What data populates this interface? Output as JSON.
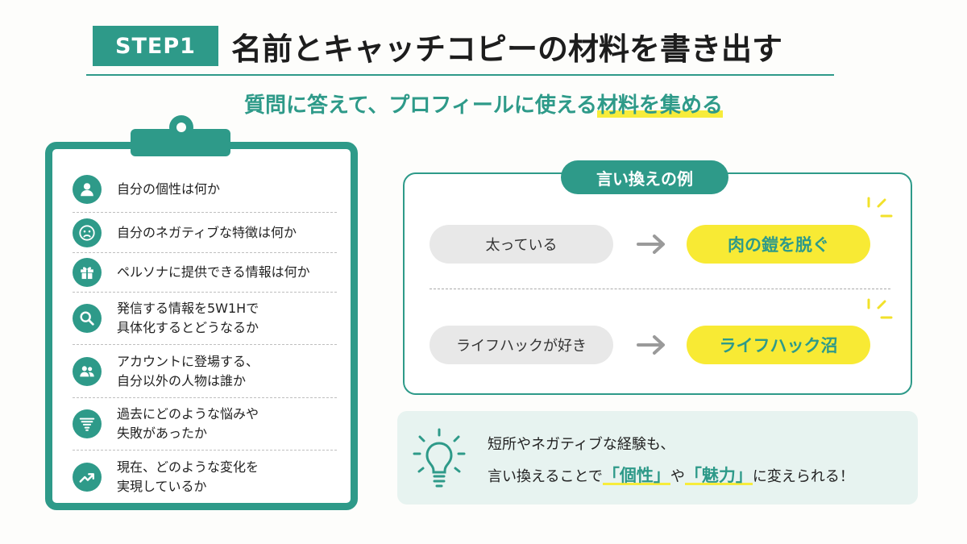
{
  "header": {
    "step": "STEP1",
    "title": "名前とキャッチコピーの材料を書き出す"
  },
  "subtitle": {
    "lead": "質問に答えて、プロフィールに使える",
    "highlight": "材料を集める"
  },
  "questions": [
    {
      "icon": "person-icon",
      "text": "自分の個性は何か"
    },
    {
      "icon": "sad-face-icon",
      "text": "自分のネガティブな特徴は何か"
    },
    {
      "icon": "gift-icon",
      "text": "ペルソナに提供できる情報は何か"
    },
    {
      "icon": "magnifier-icon",
      "text": "発信する情報を5W1Hで\n具体化するとどうなるか"
    },
    {
      "icon": "people-icon",
      "text": "アカウントに登場する、\n自分以外の人物は誰か"
    },
    {
      "icon": "tornado-icon",
      "text": "過去にどのような悩みや\n失敗があったか"
    },
    {
      "icon": "trend-up-icon",
      "text": "現在、どのような変化を\n実現しているか"
    }
  ],
  "examples": {
    "label": "言い換えの例",
    "items": [
      {
        "before": "太っている",
        "after": "肉の鎧を脱ぐ"
      },
      {
        "before": "ライフハックが好き",
        "after": "ライフハック沼"
      }
    ]
  },
  "tip": {
    "line1": "短所やネガティブな経験も、",
    "line2_a": "言い換えることで",
    "em1": "「個性」",
    "line2_b": "や",
    "em2": "「魅力」",
    "line2_c": "に変えられる！"
  },
  "colors": {
    "accent": "#2e9a89",
    "highlight": "#f8ea34",
    "pill_gray": "#e8e8e8",
    "tip_bg": "#e7f3f0"
  }
}
